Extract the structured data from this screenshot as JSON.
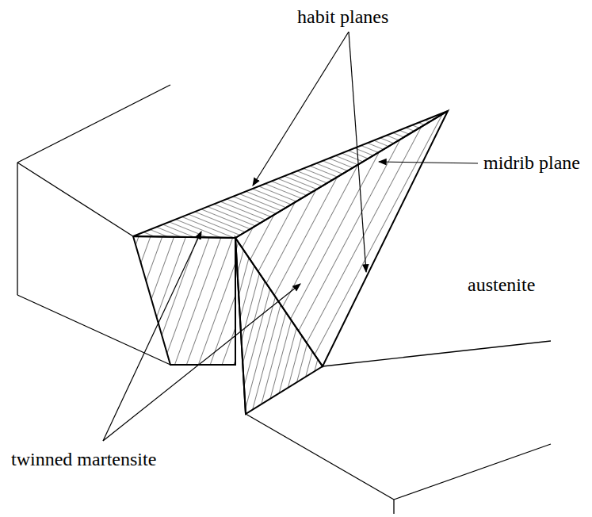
{
  "diagram": {
    "labels": [
      "habit planes",
      "midrib plane",
      "austenite",
      "twinned martensite"
    ]
  }
}
